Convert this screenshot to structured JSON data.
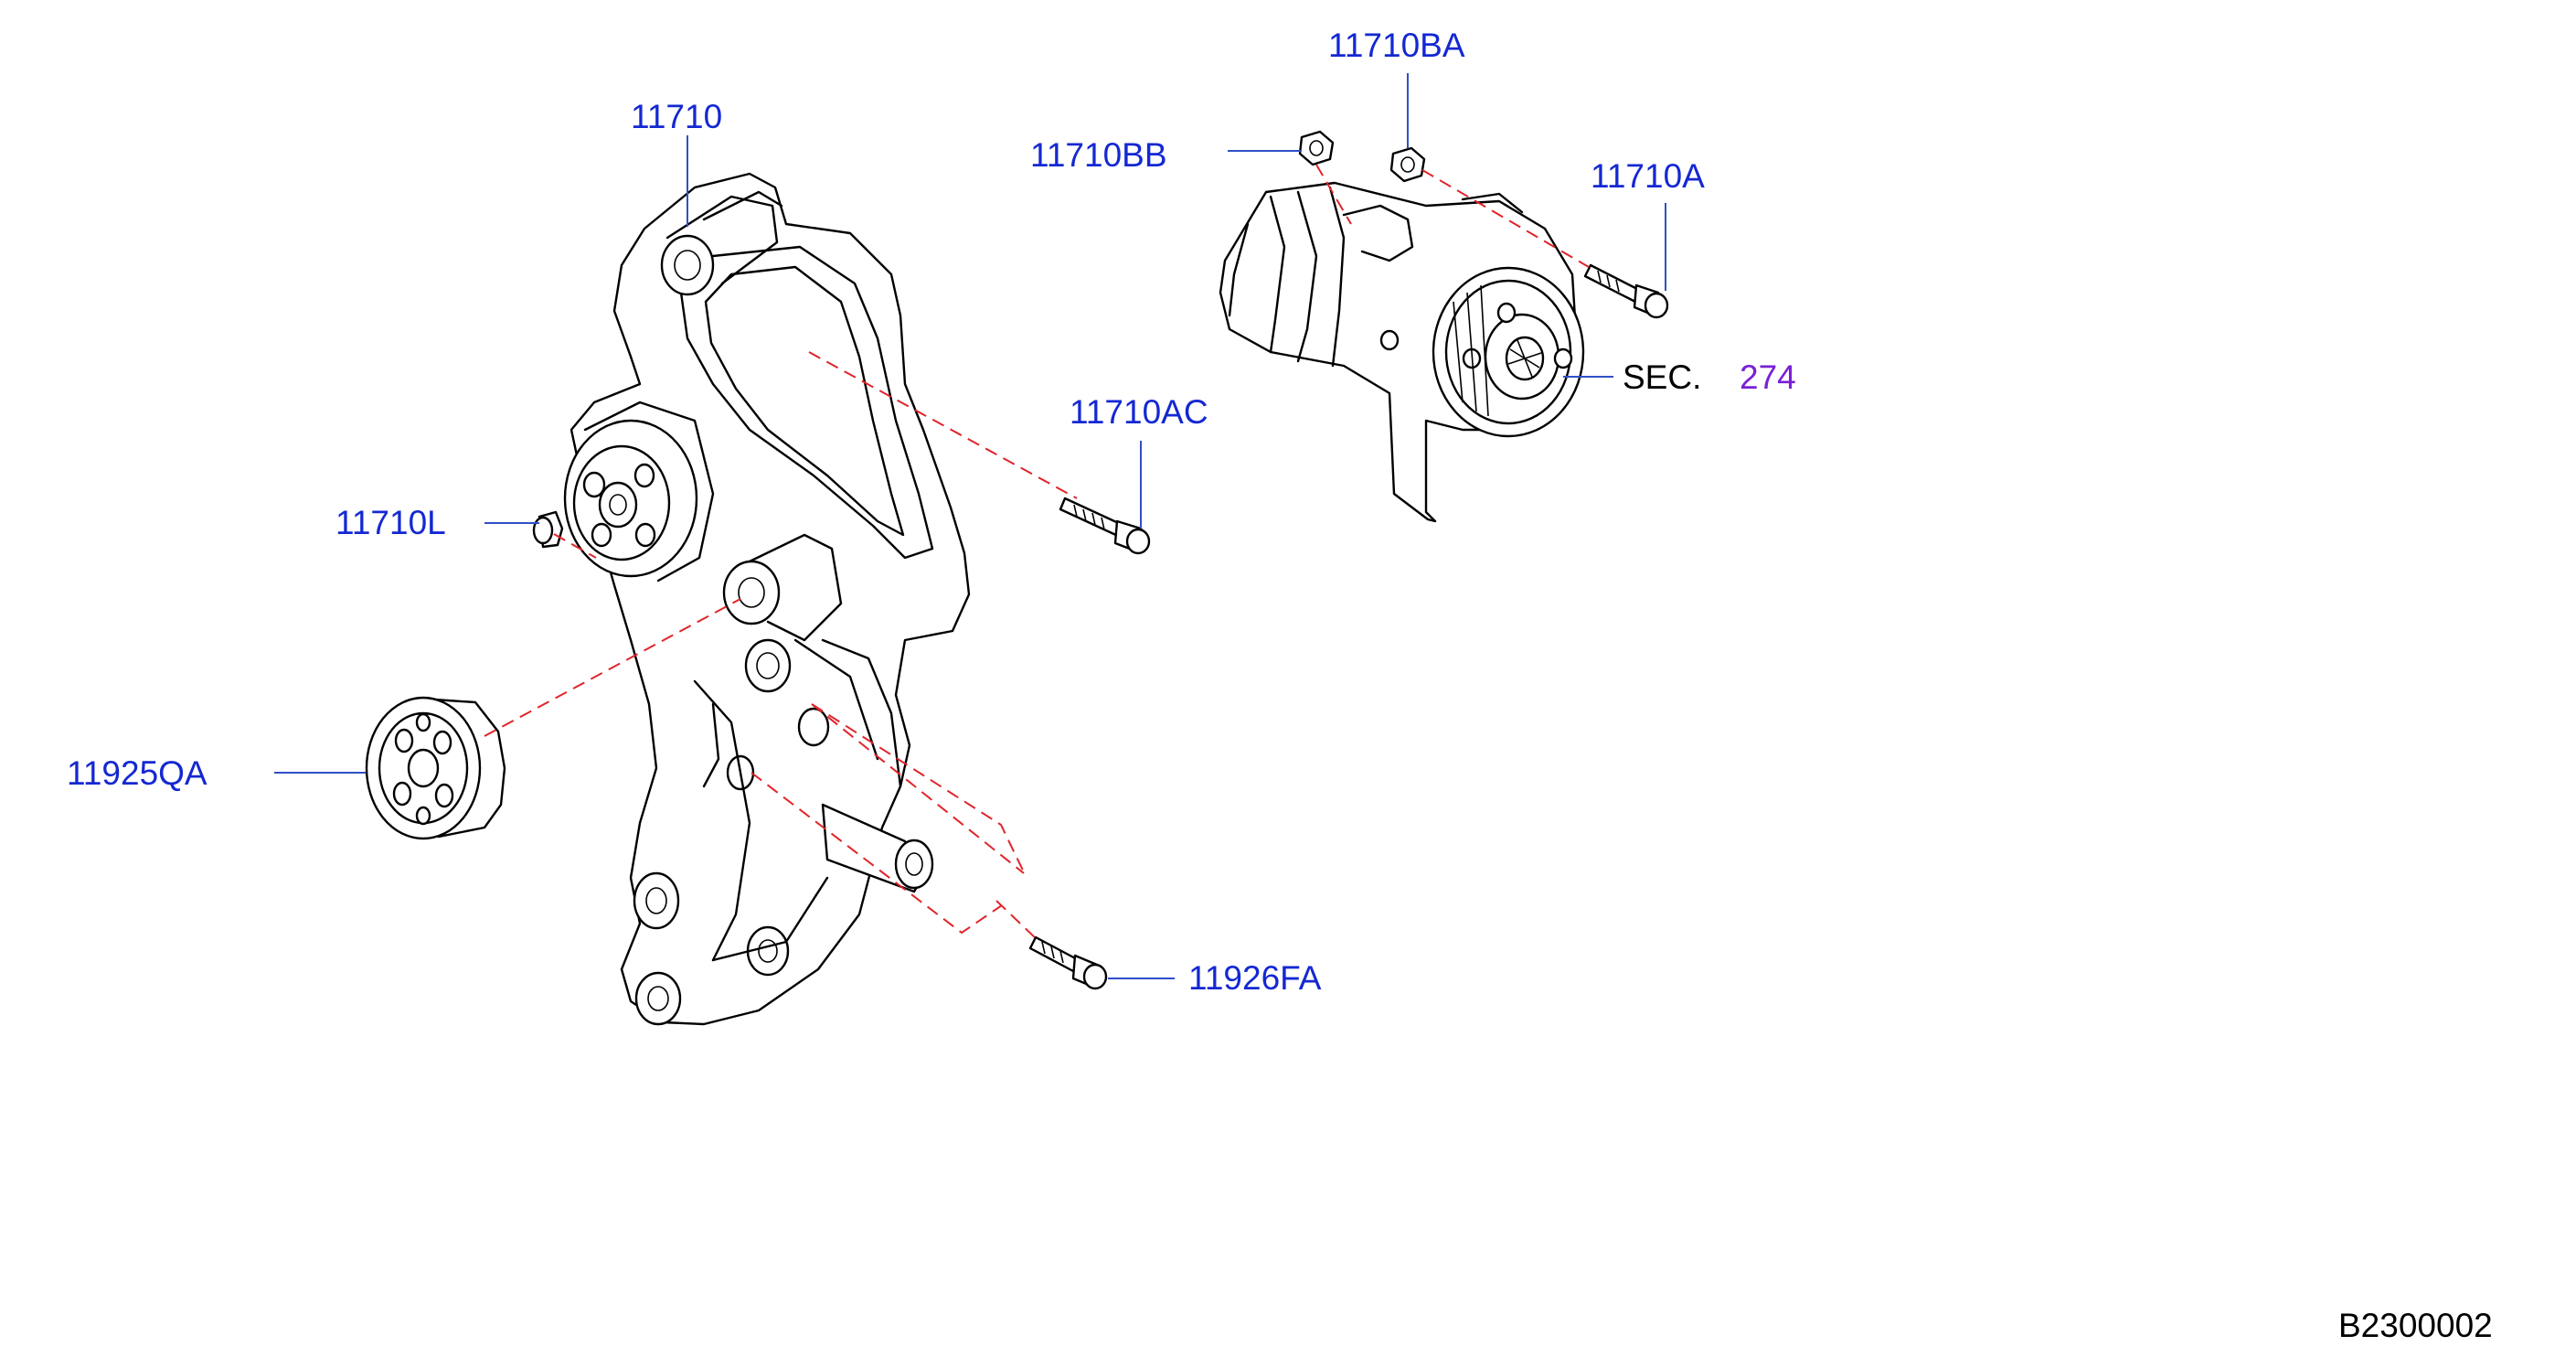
{
  "labels": {
    "bracket": "11710",
    "nut_bb": "11710BB",
    "nut_ba": "11710BA",
    "bolt_a": "11710A",
    "bolt_ac": "11710AC",
    "collar_l": "11710L",
    "idler_qa": "11925QA",
    "bolt_fa": "11926FA"
  },
  "section_ref": {
    "prefix": "SEC.",
    "number": "274"
  },
  "diagram_code": "B2300002",
  "colors": {
    "part_label": "#1428d2",
    "section_link": "#7a1fd6",
    "dashed_guide": "#e0242a",
    "leader": "#3050c8"
  }
}
